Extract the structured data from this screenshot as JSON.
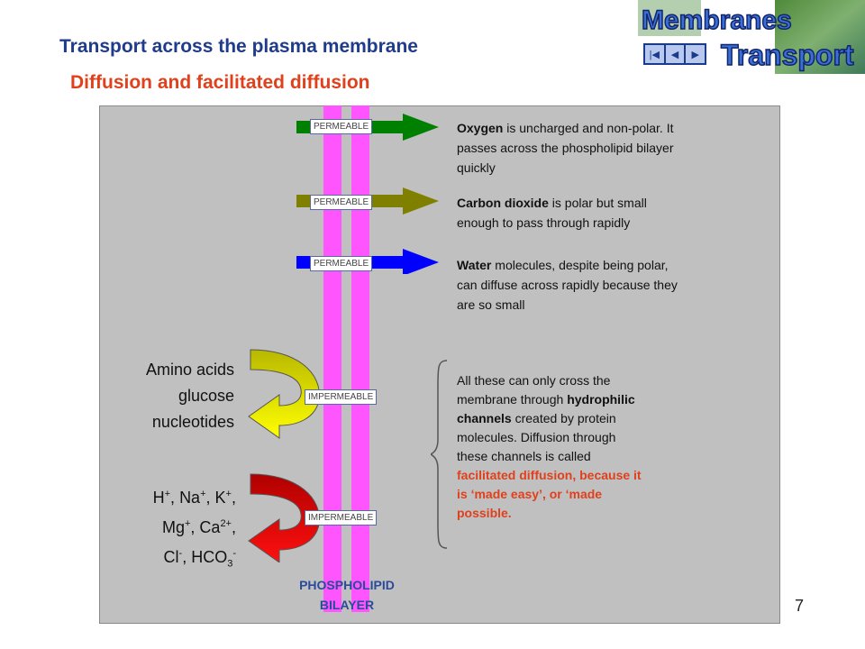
{
  "header": {
    "title": "Transport across the plasma membrane",
    "subtitle": "Diffusion and facilitated diffusion"
  },
  "logo": {
    "line1": "Membranes",
    "line2": "Transport"
  },
  "nav": {
    "first": "|◀",
    "prev": "◀",
    "next": "▶"
  },
  "permeable": [
    {
      "label": "PERMEABLE",
      "color": "#008000",
      "term": "Oxygen",
      "text_lines": [
        " is uncharged and non-polar.  It",
        "passes across the phospholipid bilayer",
        "quickly"
      ]
    },
    {
      "label": "PERMEABLE",
      "color": "#808000",
      "term": "Carbon dioxide",
      "text_lines": [
        " is polar but small",
        "enough to pass through rapidly"
      ]
    },
    {
      "label": "PERMEABLE",
      "color": "#0000ff",
      "term": "Water",
      "text_lines": [
        " molecules, despite being polar,",
        "can diffuse across rapidly because they",
        "are so small"
      ]
    }
  ],
  "impermeable": [
    {
      "label": "IMPERMEABLE",
      "color_top": "#cccc00",
      "color_bottom": "#ffff00",
      "items": [
        "Amino acids",
        "glucose",
        "nucleotides"
      ]
    },
    {
      "label": "IMPERMEABLE",
      "color_top": "#cc0000",
      "color_bottom": "#ff0000"
    }
  ],
  "ions": {
    "h": "H",
    "na": "Na",
    "k": "K",
    "mg": "Mg",
    "ca": "Ca",
    "cl": "Cl",
    "hco": "HCO",
    "plus": "+",
    "two_plus": "2+",
    "minus": "-",
    "three": "3",
    "comma": ",",
    "comma_space": ", "
  },
  "facilitated": {
    "line1": "All these can only cross the",
    "line2a": "membrane through ",
    "line2b": "hydrophilic",
    "line3a": "channels",
    "line3b": " created by protein",
    "line4": "molecules. Diffusion through",
    "line5": "these channels is called",
    "line6": "facilitated diffusion, because it",
    "line7": "is ‘made easy’, or ‘made",
    "line8": "possible."
  },
  "bilayer": {
    "line1": "PHOSPHOLIPID",
    "line2": "BILAYER"
  },
  "page_number": "7",
  "colors": {
    "membrane": "#ff55ff",
    "panel": "#c0c0c0",
    "title": "#1f3c8c",
    "accent": "#e0401b"
  }
}
